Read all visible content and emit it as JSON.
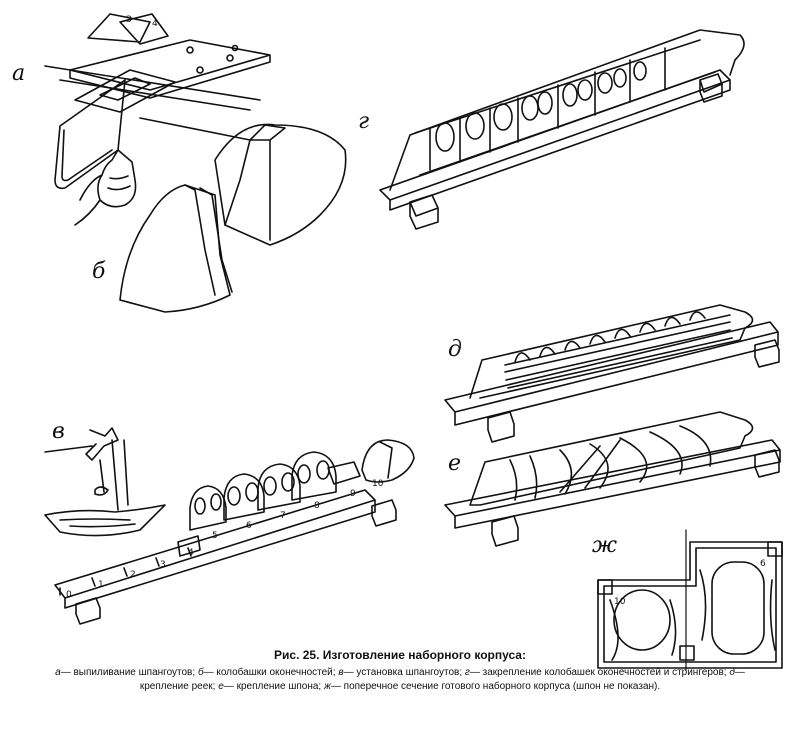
{
  "panels": {
    "a": "а",
    "b": "б",
    "v": "в",
    "g": "г",
    "d": "д",
    "e": "е",
    "zh": "ж"
  },
  "template_numbers": [
    "3",
    "4"
  ],
  "frame_numbers": [
    "0",
    "1",
    "2",
    "3",
    "4",
    "5",
    "6",
    "7",
    "8",
    "9",
    "10"
  ],
  "section_numbers": [
    "10",
    "6"
  ],
  "caption": {
    "title": "Рис. 25. Изготовление наборного корпуса:",
    "items": [
      {
        "key": "а",
        "text": "— выпиливание шпангоутов;"
      },
      {
        "key": "б",
        "text": "— колобашки оконечностей;"
      },
      {
        "key": "в",
        "text": "— установка шпангоутов;"
      },
      {
        "key": "г",
        "text": "— закрепление колобашек оконечностей и стрингеров;"
      },
      {
        "key": "д",
        "text": "— крепление реек;"
      },
      {
        "key": "е",
        "text": "— крепление шпона;"
      },
      {
        "key": "ж",
        "text": "— поперечное сечение готового наборного корпуса (шпон не показан)."
      }
    ]
  }
}
